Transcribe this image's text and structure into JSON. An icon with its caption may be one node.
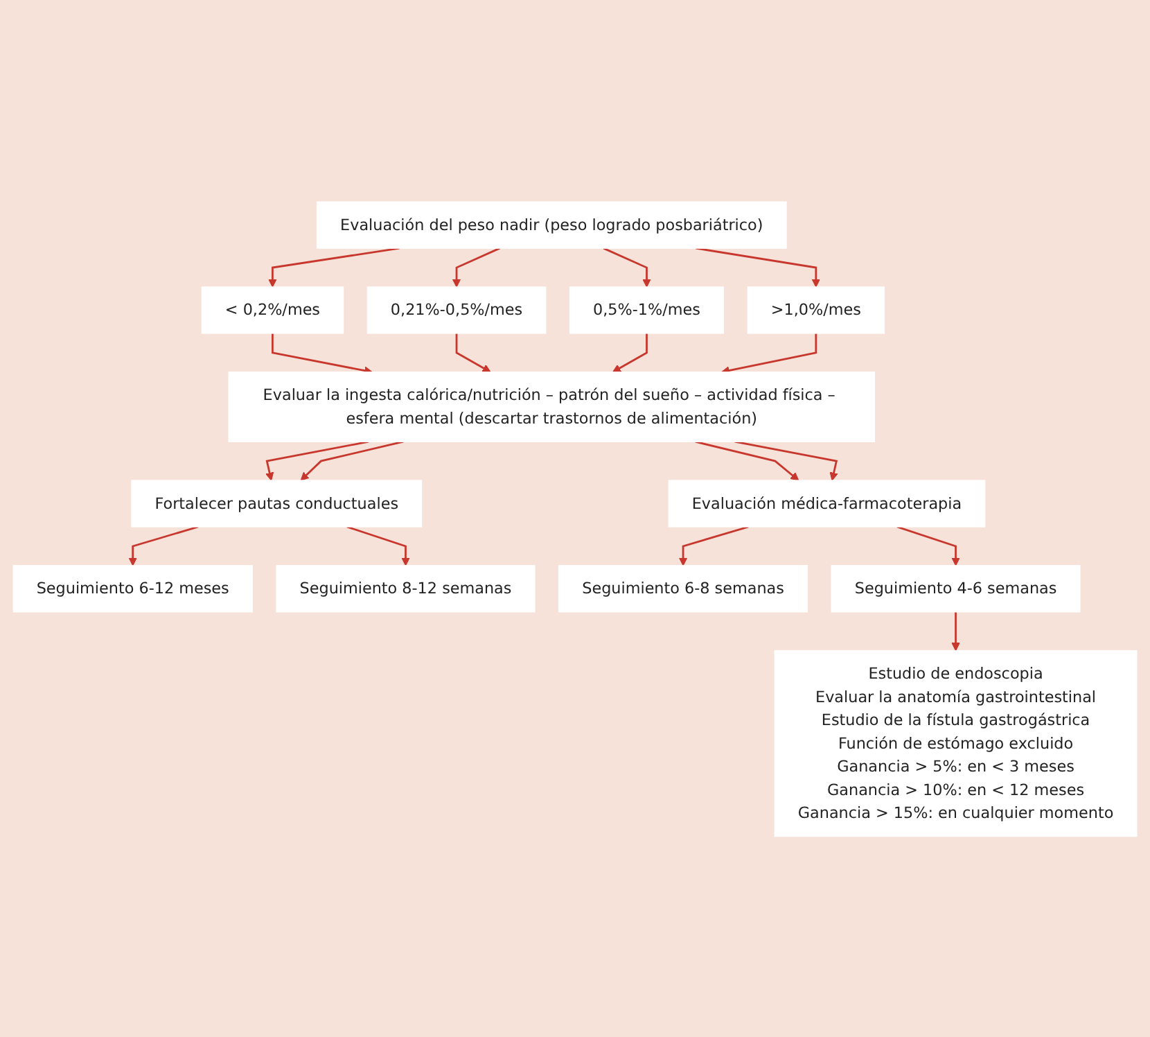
{
  "diagram": {
    "nodes": [
      {
        "text": [
          "Evaluación del peso nadir (peso logrado posbariátrico)"
        ]
      },
      {
        "text": [
          "< 0,2%/mes"
        ]
      },
      {
        "text": [
          "0,21%-0,5%/mes"
        ]
      },
      {
        "text": [
          "0,5%-1%/mes"
        ]
      },
      {
        "text": [
          ">1,0%/mes"
        ]
      },
      {
        "text": [
          "Evaluar la ingesta calórica/nutrición – patrón del sueño – actividad física – esfera mental (descartar trastornos de alimentación)"
        ]
      },
      {
        "text": [
          "Fortalecer pautas conductuales"
        ]
      },
      {
        "text": [
          "Evaluación médica-farmacoterapia"
        ]
      },
      {
        "text": [
          "Seguimiento 6-12 meses"
        ]
      },
      {
        "text": [
          "Seguimiento 8-12 semanas"
        ]
      },
      {
        "text": [
          "Seguimiento 6-8 semanas"
        ]
      },
      {
        "text": [
          "Seguimiento 4-6 semanas"
        ]
      },
      {
        "text": [
          "Estudio de endoscopia",
          "Evaluar la anatomía gastrointestinal",
          "Estudio de la fístula gastrogástrica",
          "Función de estómago excluido",
          "Ganancia > 5%: en < 3 meses",
          "Ganancia > 10%: en < 12 meses",
          "Ganancia > 15%: en cualquier momento"
        ]
      }
    ],
    "edges": [
      {
        "from": 0,
        "to": 1,
        "arrow": "to"
      },
      {
        "from": 0,
        "to": 2,
        "arrow": "to"
      },
      {
        "from": 0,
        "to": 3,
        "arrow": "to"
      },
      {
        "from": 0,
        "to": 4,
        "arrow": "to"
      },
      {
        "from": 1,
        "to": 5,
        "arrow": "to"
      },
      {
        "from": 2,
        "to": 5,
        "arrow": "to"
      },
      {
        "from": 3,
        "to": 5,
        "arrow": "to"
      },
      {
        "from": 4,
        "to": 5,
        "arrow": "to"
      },
      {
        "from": 5,
        "to": 6,
        "arrow": "to"
      },
      {
        "from": 5,
        "to": 6,
        "arrow": "to"
      },
      {
        "from": 5,
        "to": 7,
        "arrow": "to"
      },
      {
        "from": 5,
        "to": 7,
        "arrow": "to"
      },
      {
        "from": 6,
        "to": 8,
        "arrow": "to"
      },
      {
        "from": 6,
        "to": 9,
        "arrow": "to"
      },
      {
        "from": 7,
        "to": 10,
        "arrow": "to"
      },
      {
        "from": 7,
        "to": 11,
        "arrow": "to"
      },
      {
        "from": 11,
        "to": 12,
        "arrow": "to"
      }
    ]
  }
}
